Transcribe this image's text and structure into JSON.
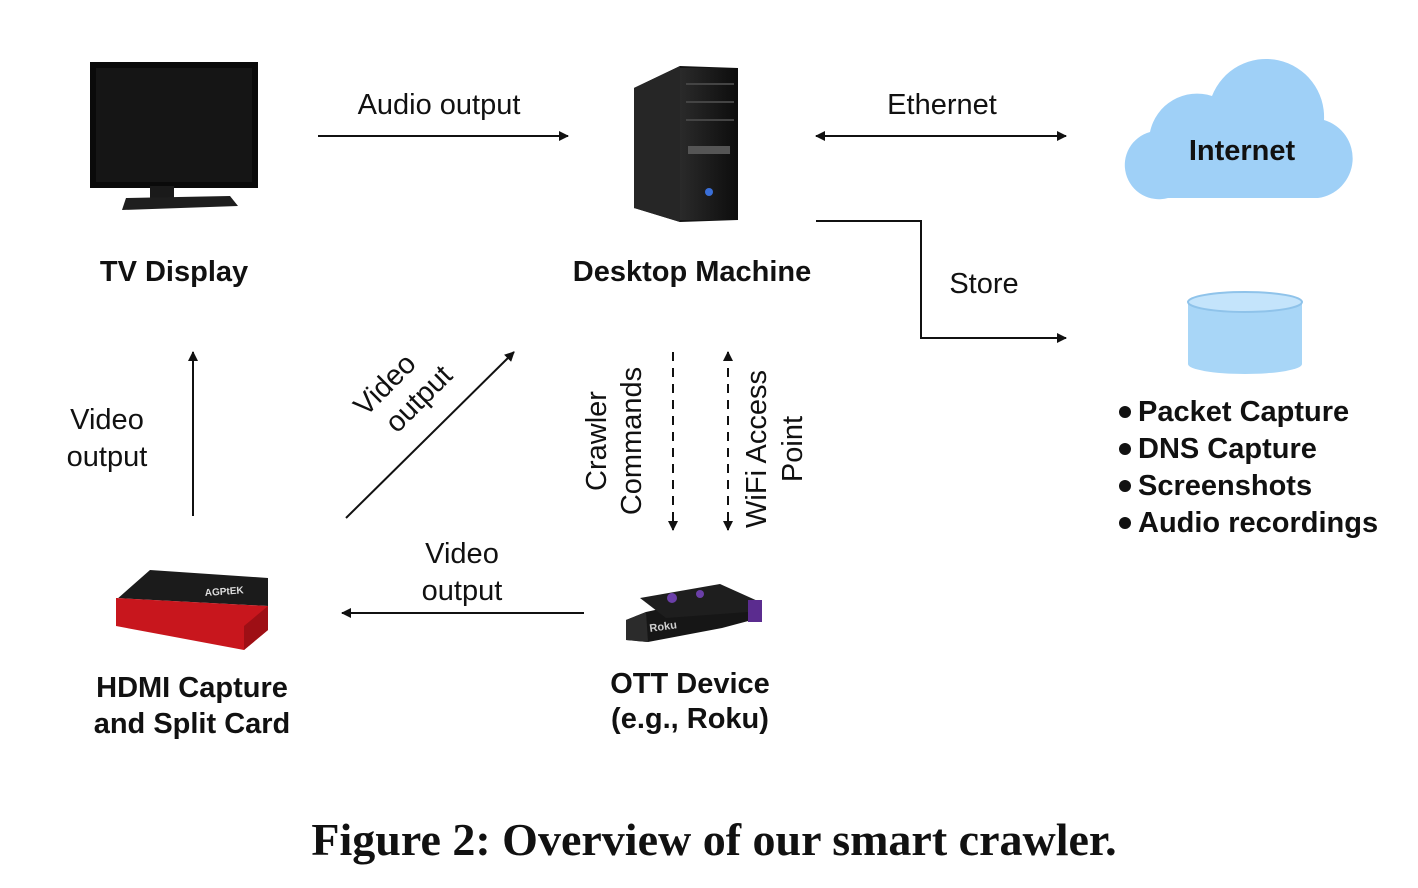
{
  "nodes": {
    "tv": "TV Display",
    "desktop": "Desktop Machine",
    "internet": "Internet",
    "hdmi": [
      "HDMI Capture",
      "and Split Card"
    ],
    "ott": [
      "OTT Device",
      "(e.g., Roku)"
    ]
  },
  "edges": {
    "audio_output": "Audio output",
    "ethernet": "Ethernet",
    "store": "Store",
    "video_output_left": [
      "Video",
      "output"
    ],
    "video_output_diag": [
      "Video",
      "output"
    ],
    "video_output_bottom": [
      "Video",
      "output"
    ],
    "crawler_commands": [
      "Crawler",
      "Commands"
    ],
    "wifi_ap": [
      "WiFi Access",
      "Point"
    ]
  },
  "storage_items": [
    "Packet Capture",
    "DNS Capture",
    "Screenshots",
    "Audio recordings"
  ],
  "device_text": {
    "capture_brand": "AGPtEK",
    "remote_brand": "Roku"
  },
  "colors": {
    "cloud": "#9fd0f7",
    "database": "#a8d6f7",
    "capture_red": "#c8161d"
  },
  "caption": "Figure 2: Overview of our smart crawler."
}
